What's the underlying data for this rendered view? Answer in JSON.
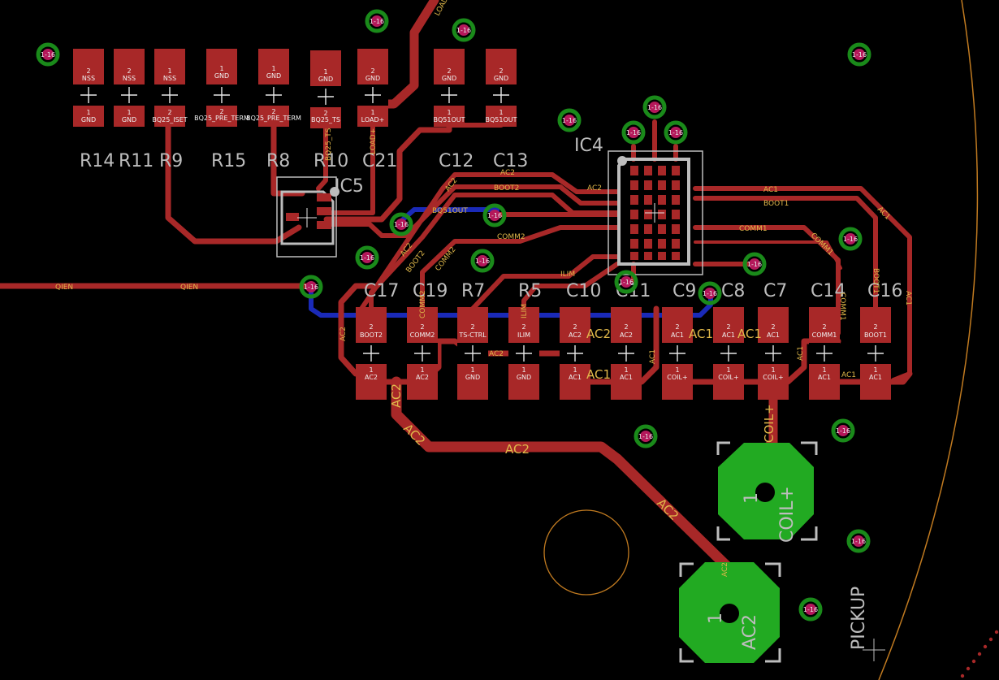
{
  "colors": {
    "background": "#000000",
    "top_copper": "#a82828",
    "bottom_copper": "#1a2ab8",
    "via_ring": "#1a8a1a",
    "via_hole": "#b4185a",
    "silkscreen": "#bdbdbd",
    "net_label": "#e0b84a",
    "pad_green": "#22aa22",
    "outline": "#c07a20"
  },
  "via_label": "1-16",
  "components": {
    "R14": {
      "ref": "R14",
      "pad_top_num": "2",
      "pad_top_net": "NSS",
      "pad_bot_num": "1",
      "pad_bot_net": "GND"
    },
    "R11": {
      "ref": "R11",
      "pad_top_num": "2",
      "pad_top_net": "NSS",
      "pad_bot_num": "1",
      "pad_bot_net": "GND"
    },
    "R9": {
      "ref": "R9",
      "pad_top_num": "1",
      "pad_top_net": "NSS",
      "pad_bot_num": "2",
      "pad_bot_net": "BQ25_ISET"
    },
    "R15": {
      "ref": "R15",
      "pad_top_num": "1",
      "pad_top_net": "GND",
      "pad_bot_num": "2",
      "pad_bot_net": "BQ25_PRE_TERM"
    },
    "R8": {
      "ref": "R8",
      "pad_top_num": "1",
      "pad_top_net": "GND",
      "pad_bot_num": "2",
      "pad_bot_net": "BQ25_PRE_TERM"
    },
    "R10": {
      "ref": "R10",
      "pad_top_num": "1",
      "pad_top_net": "GND",
      "pad_bot_num": "2",
      "pad_bot_net": "BQ25_TS"
    },
    "C21": {
      "ref": "C21",
      "pad_top_num": "2",
      "pad_top_net": "GND",
      "pad_bot_num": "1",
      "pad_bot_net": "LOAD+"
    },
    "C12": {
      "ref": "C12",
      "pad_top_num": "2",
      "pad_top_net": "GND",
      "pad_bot_num": "1",
      "pad_bot_net": "BQ51OUT"
    },
    "C13": {
      "ref": "C13",
      "pad_top_num": "2",
      "pad_top_net": "GND",
      "pad_bot_num": "1",
      "pad_bot_net": "BQ51OUT"
    },
    "C17": {
      "ref": "C17",
      "pad_top_num": "2",
      "pad_top_net": "BOOT2",
      "pad_bot_num": "1",
      "pad_bot_net": "AC2"
    },
    "C19": {
      "ref": "C19",
      "pad_top_num": "2",
      "pad_top_net": "COMM2",
      "pad_bot_num": "1",
      "pad_bot_net": "AC2"
    },
    "R7": {
      "ref": "R7",
      "pad_top_num": "2",
      "pad_top_net": "TS-CTRL",
      "pad_bot_num": "1",
      "pad_bot_net": "GND"
    },
    "R5": {
      "ref": "R5",
      "pad_top_num": "2",
      "pad_top_net": "ILIM",
      "pad_bot_num": "1",
      "pad_bot_net": "GND"
    },
    "C10": {
      "ref": "C10",
      "pad_top_num": "2",
      "pad_top_net": "AC2",
      "pad_bot_num": "1",
      "pad_bot_net": "AC1"
    },
    "C11": {
      "ref": "C11",
      "pad_top_num": "2",
      "pad_top_net": "AC2",
      "pad_bot_num": "1",
      "pad_bot_net": "AC1"
    },
    "C9": {
      "ref": "C9",
      "pad_top_num": "2",
      "pad_top_net": "AC1",
      "pad_bot_num": "1",
      "pad_bot_net": "COIL+"
    },
    "C8": {
      "ref": "C8",
      "pad_top_num": "2",
      "pad_top_net": "AC1",
      "pad_bot_num": "1",
      "pad_bot_net": "COIL+"
    },
    "C7": {
      "ref": "C7",
      "pad_top_num": "2",
      "pad_top_net": "AC1",
      "pad_bot_num": "1",
      "pad_bot_net": "COIL+"
    },
    "C14": {
      "ref": "C14",
      "pad_top_num": "2",
      "pad_top_net": "COMM1",
      "pad_bot_num": "1",
      "pad_bot_net": "AC1"
    },
    "C16": {
      "ref": "C16",
      "pad_top_num": "2",
      "pad_top_net": "BOOT1",
      "pad_bot_num": "1",
      "pad_bot_net": "AC1"
    }
  },
  "ics": {
    "IC4": "IC4",
    "IC5": "IC5"
  },
  "pickup": {
    "label": "PICKUP",
    "pad_coil_num": "1",
    "pad_coil_net": "COIL+",
    "pad_ac2_num": "1",
    "pad_ac2_net": "AC2",
    "pad_ac2_small": "AC2"
  },
  "nets": {
    "QIEN": "QIEN",
    "BQ51OUT": "BQ51OUT",
    "LOAD": "LOAD",
    "LOAD_PLUS": "LOAD+",
    "BQ25_TS": "BQ25_TS",
    "AC1": "AC1",
    "AC2": "AC2",
    "BOOT1": "BOOT1",
    "BOOT2": "BOOT2",
    "COMM1": "COMM1",
    "COMM2": "COMM2",
    "ILIM": "ILIM",
    "COIL_PLUS": "COIL+"
  }
}
